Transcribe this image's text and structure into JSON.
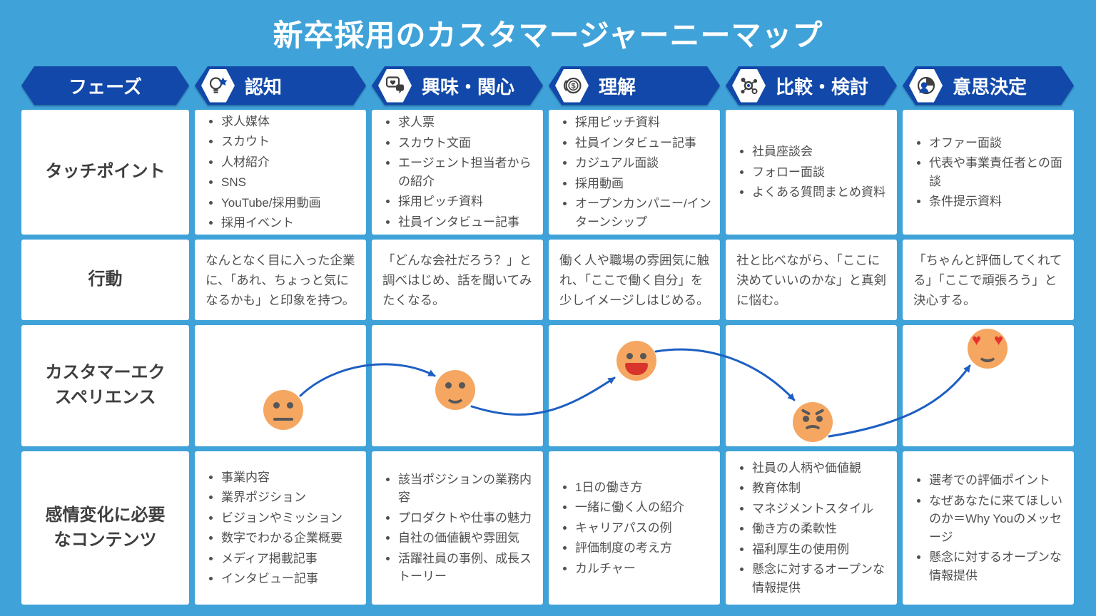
{
  "title": "新卒採用のカスタマージャーニーマップ",
  "colors": {
    "background": "#3FA2D8",
    "badge_blue": "#1148A9",
    "arrow_blue": "#1D5FC2",
    "face_orange": "#F5A661",
    "mouth_red": "#D8342C",
    "heart_red": "#E5322D",
    "cell_white": "#FFFFFF",
    "text_dark": "#4F4F4F"
  },
  "header": {
    "phase_label": "フェーズ",
    "phases": [
      {
        "label": "認知",
        "icon": "lightbulb-star-icon"
      },
      {
        "label": "興味・関心",
        "icon": "speech-bubble-heart-icon"
      },
      {
        "label": "理解",
        "icon": "coin-icon"
      },
      {
        "label": "比較・検討",
        "icon": "network-nodes-icon"
      },
      {
        "label": "意思決定",
        "icon": "person-pie-icon"
      }
    ]
  },
  "rows": {
    "touchpoints": {
      "label": "タッチポイント",
      "cells": [
        [
          "求人媒体",
          "スカウト",
          "人材紹介",
          "SNS",
          "YouTube/採用動画",
          "採用イベント"
        ],
        [
          "求人票",
          "スカウト文面",
          "エージェント担当者からの紹介",
          "採用ピッチ資料",
          "社員インタビュー記事"
        ],
        [
          "採用ピッチ資料",
          "社員インタビュー記事",
          "カジュアル面談",
          "採用動画",
          "オープンカンパニー/インターンシップ"
        ],
        [
          "社員座談会",
          "フォロー面談",
          "よくある質問まとめ資料"
        ],
        [
          "オファー面談",
          "代表や事業責任者との面談",
          "条件提示資料"
        ]
      ]
    },
    "actions": {
      "label": "行動",
      "cells": [
        "なんとなく目に入った企業に、「あれ、ちょっと気になるかも」と印象を持つ。",
        "「どんな会社だろう？」と調べはじめ、話を聞いてみたくなる。",
        "働く人や職場の雰囲気に触れ、「ここで働く自分」を少しイメージしはじめる。",
        "社と比べながら、「ここに決めていいのかな」と真剣に悩む。",
        "「ちゃんと評価してくれてる」「ここで頑張ろう」と決心する。"
      ]
    },
    "experience": {
      "label": "カスタマーエクスペリエンス",
      "emotions": [
        "neutral",
        "slight-smile",
        "big-laugh",
        "angry",
        "heart-eyes"
      ]
    },
    "contents": {
      "label": "感情変化に必要なコンテンツ",
      "cells": [
        [
          "事業内容",
          "業界ポジション",
          "ビジョンやミッション",
          "数字でわかる企業概要",
          "メディア掲載記事",
          "インタビュー記事"
        ],
        [
          "該当ポジションの業務内容",
          "プロダクトや仕事の魅力",
          "自社の価値観や雰囲気",
          "活躍社員の事例、成長ストーリー"
        ],
        [
          "1日の働き方",
          "一緒に働く人の紹介",
          "キャリアパスの例",
          "評価制度の考え方",
          "カルチャー"
        ],
        [
          "社員の人柄や価値観",
          "教育体制",
          "マネジメントスタイル",
          "働き方の柔軟性",
          "福利厚生の使用例",
          "懸念に対するオープンな情報提供"
        ],
        [
          "選考での評価ポイント",
          "なぜあなたに来てほしいのか＝Why Youのメッセージ",
          "懸念に対するオープンな情報提供"
        ]
      ]
    }
  }
}
